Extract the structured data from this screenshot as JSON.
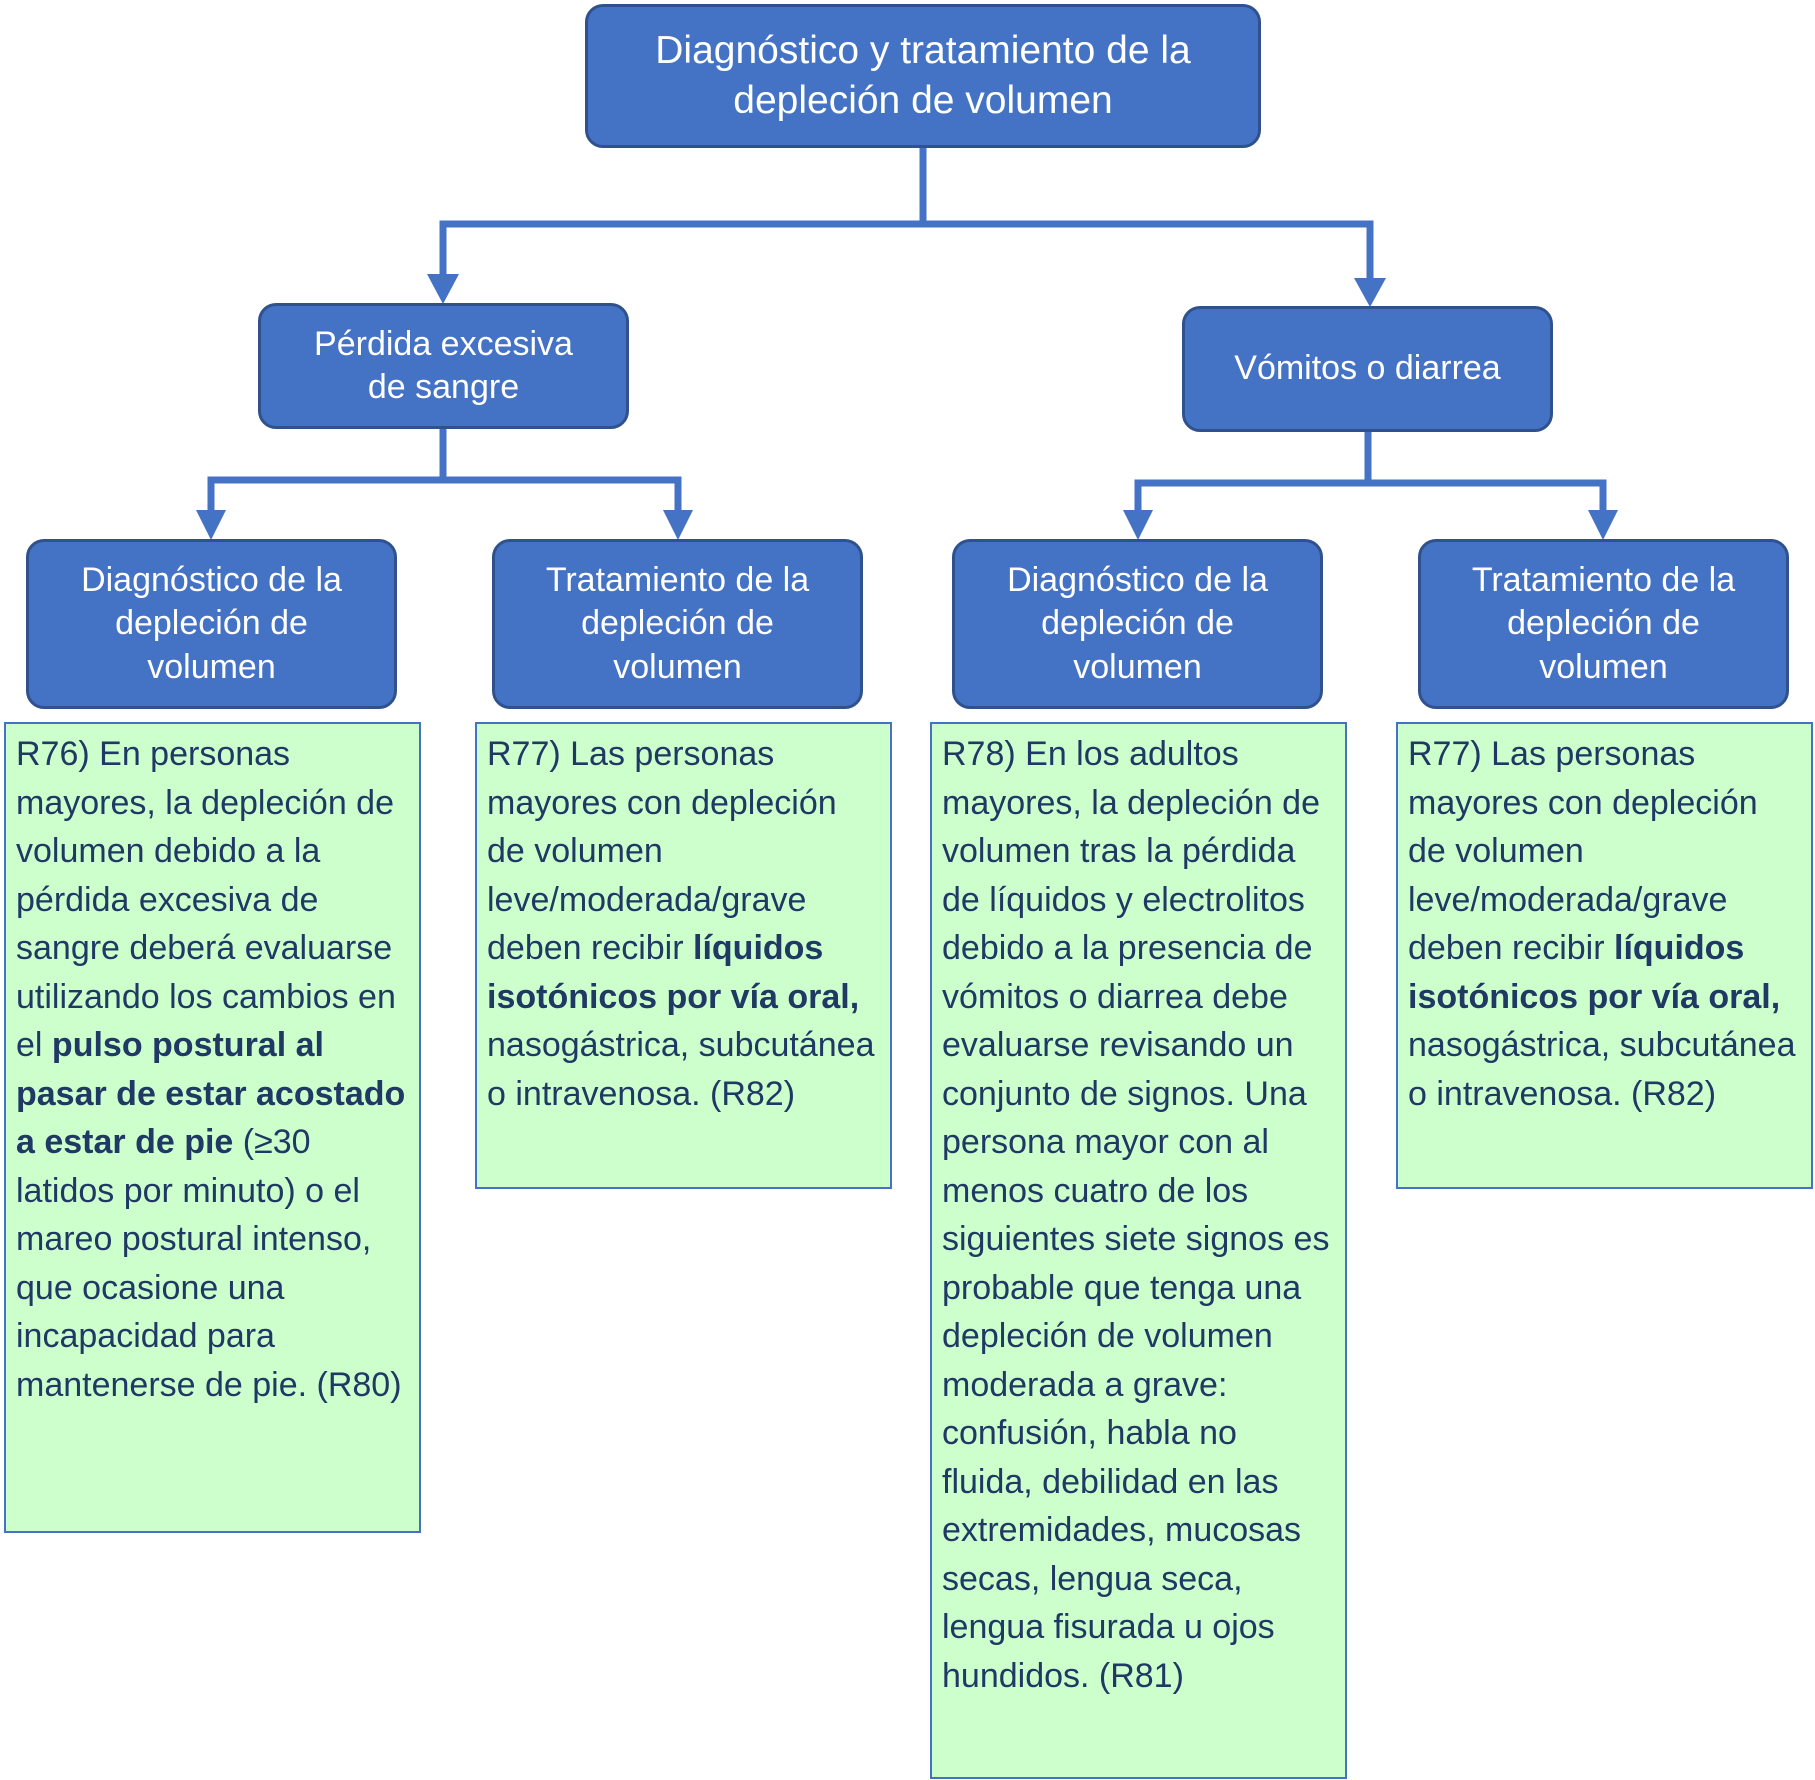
{
  "title": {
    "line1": "Diagnóstico y tratamiento de la",
    "line2": "depleción de volumen"
  },
  "branches": [
    {
      "label_line1": "Pérdida excesiva",
      "label_line2": "de sangre",
      "children": [
        {
          "label_lines": [
            "Diagnóstico de la",
            "depleción de",
            "volumen"
          ],
          "text_before": "R76) En personas mayores, la depleción de volumen debido a la pérdida excesiva de sangre deberá evaluarse utilizando los cambios en el ",
          "text_bold": "pulso postural al pasar de estar acostado a estar de pie",
          "text_after": " (≥30 latidos por minuto) o el mareo postural intenso, que ocasione una incapacidad para mantenerse de pie. (R80)"
        },
        {
          "label_lines": [
            "Tratamiento de la",
            "depleción de",
            "volumen"
          ],
          "text_before": "R77) Las personas mayores con depleción de volumen leve/moderada/grave deben recibir ",
          "text_bold": "líquidos isotónicos por vía oral,",
          "text_after": " nasogástrica, subcutánea o intravenosa. (R82)"
        }
      ]
    },
    {
      "label_line1": "Vómitos o diarrea",
      "children": [
        {
          "label_lines": [
            "Diagnóstico de la",
            "depleción de",
            "volumen"
          ],
          "text_before": "R78) En los adultos mayores, la depleción de volumen tras la pérdida de líquidos y electrolitos debido a la presencia de vómitos o diarrea debe evaluarse revisando un conjunto de signos. Una persona mayor con al menos cuatro de los siguientes siete signos es probable que tenga una depleción de volumen moderada a grave: confusión, habla no fluida, debilidad en las extremidades, mucosas secas, lengua seca, lengua fisurada u ojos hundidos. (R81)"
        },
        {
          "label_lines": [
            "Tratamiento de la",
            "depleción de",
            "volumen"
          ],
          "text_before": "R77) Las personas mayores con depleción de volumen leve/moderada/grave deben recibir ",
          "text_bold": "líquidos isotónicos por vía oral,",
          "text_after": " nasogástrica, subcutánea o intravenosa. (R82)"
        }
      ]
    }
  ],
  "colors": {
    "node_fill": "#4472c4",
    "node_border": "#2f528f",
    "recommendation_fill": "#ccffcc",
    "recommendation_text": "#1f3864",
    "connector": "#4472c4"
  }
}
